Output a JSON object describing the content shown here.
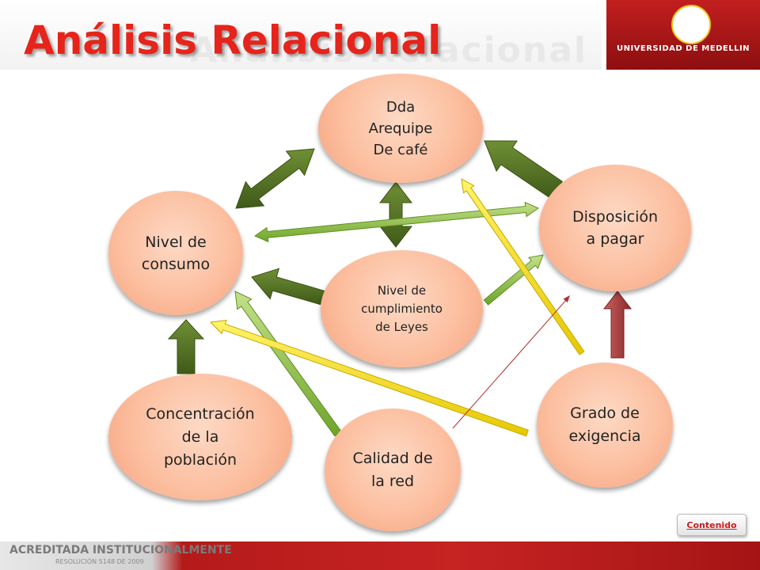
{
  "header": {
    "title": "Análisis Relacional",
    "banner_text": "Análisis Relacional",
    "logo_text": "UNIVERSIDAD DE MEDELLIN"
  },
  "nodes": {
    "dda": "Dda\nArequipe\nDe café",
    "nivel_consumo": "Nivel de\nconsumo",
    "disposicion": "Disposición\na pagar",
    "cumplimiento": "Nivel de\ncumplimiento\nde Leyes",
    "concentracion": "Concentración\nde la\npoblación",
    "calidad": "Calidad de\nla red",
    "grado": "Grado de\nexigencia"
  },
  "buttons": {
    "contenido": "Contenido"
  },
  "footer": {
    "accreditation": "ACREDITADA INSTITUCIONALMENTE",
    "resolution": "RESOLUCIÓN 5148 DE 2009"
  },
  "colors": {
    "title": "#e6241b",
    "node_fill": "#fcbfa0",
    "dark_green_arrow": "#4e6b22",
    "light_green_arrow": "#8cc63f",
    "yellow_arrow": "#f5e400",
    "maroon_arrow": "#a33a3a",
    "thin_red_arrow": "#b03030",
    "brand_red": "#b51a1a"
  },
  "relations": [
    {
      "from": "Dda Arequipe De café",
      "to": "Nivel de consumo",
      "type": "double",
      "color": "dark-green"
    },
    {
      "from": "Dda Arequipe De café",
      "to": "Nivel de cumplimiento de Leyes",
      "type": "double",
      "color": "dark-green"
    },
    {
      "from": "Disposición a pagar",
      "to": "Dda Arequipe De café",
      "type": "single",
      "color": "dark-green"
    },
    {
      "from": "Nivel de consumo",
      "to": "Disposición a pagar",
      "type": "double",
      "color": "light-green"
    },
    {
      "from": "Nivel de cumplimiento de Leyes",
      "to": "Nivel de consumo",
      "type": "single",
      "color": "dark-green"
    },
    {
      "from": "Nivel de cumplimiento de Leyes",
      "to": "Disposición a pagar",
      "type": "single",
      "color": "light-green"
    },
    {
      "from": "Concentración de la población",
      "to": "Nivel de consumo",
      "type": "single",
      "color": "dark-green"
    },
    {
      "from": "Calidad de la red",
      "to": "Nivel de consumo",
      "type": "single",
      "color": "light-green"
    },
    {
      "from": "Calidad de la red",
      "to": "Disposición a pagar",
      "type": "single",
      "color": "thin-red"
    },
    {
      "from": "Grado de exigencia",
      "to": "Dda Arequipe De café",
      "type": "single",
      "color": "yellow"
    },
    {
      "from": "Grado de exigencia",
      "to": "Nivel de consumo",
      "type": "single",
      "color": "yellow"
    },
    {
      "from": "Grado de exigencia",
      "to": "Disposición a pagar",
      "type": "single",
      "color": "maroon"
    }
  ]
}
